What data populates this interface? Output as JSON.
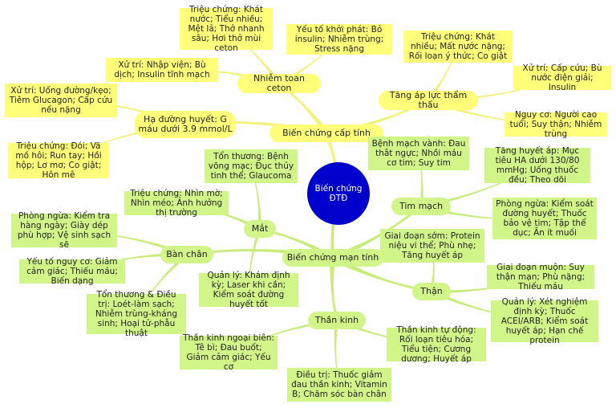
{
  "center": "Biến chứng ĐTĐ",
  "acute": {
    "label": "Biến chứng cấp tính",
    "ketoacidosis": {
      "label": "Nhiễm toan ceton",
      "symptoms": "Triệu chứng: Khát nước; Tiểu nhiều; Mệt lả; Thở nhanh sâu; Hơi thở mùi ceton",
      "triggers": "Yếu tố khởi phát: Bỏ insulin; Nhiễm trùng; Stress nặng",
      "treatment": "Xử trí: Nhập viện; Bù dịch; Insulin tĩnh mạch"
    },
    "hyperosmolar": {
      "label": "Tăng áp lực thẩm thấu",
      "symptoms": "Triệu chứng: Khát nhiều; Mất nước nặng; Rối loạn ý thức; Co giật",
      "treatment": "Xử trí: Cấp cứu; Bù nước điện giải; Insulin",
      "risk": "Nguy cơ: Người cao tuổi; Suy thận; Nhiễm trùng"
    },
    "hypoglycemia": {
      "label": "Hạ đường huyết: G máu dưới 3.9 mmol/L",
      "treatment": "Xử trí: Uống đường/kẹo; Tiêm Glucagon; Cấp cứu nếu nặng",
      "symptoms": "Triệu chứng: Đói; Vã mồ hôi; Run tay; Hồi hộp; Lơ mơ; Co giật; Hôn mê"
    }
  },
  "chronic": {
    "label": "Biến chứng mạn tính",
    "eye": {
      "label": "Mắt",
      "damage": "Tổn thương: Bệnh võng mạc; Đục thủy tinh thể; Glaucoma",
      "symptoms": "Triệu chứng: Nhìn mờ; Nhìn méo; Ảnh hưởng thị trường",
      "management": "Quản lý: Khám định kỳ; Laser khi cần; Kiểm soát đường huyết tốt"
    },
    "foot": {
      "label": "Bàn chân",
      "prevention": "Phòng ngừa: Kiểm tra hàng ngày; Giày dép phù hợp; Vệ sinh sạch sẽ",
      "risk": "Yếu tố nguy cơ: Giảm cảm giác; Thiếu máu; Biến dạng",
      "damage": "Tổn thương & Điều trị: Loét-làm sạch; Nhiễm trùng-kháng sinh; Hoại tử-phẫu thuật"
    },
    "cardio": {
      "label": "Tim mạch",
      "coronary": "Bệnh mạch vành: Đau thắt ngực; Nhồi máu cơ tim; Suy tim",
      "hypertension": "Tăng huyết áp: Mục tiêu HA dưới 130/80 mmHg; Uống thuốc đều; Theo dõi",
      "prevention": "Phòng ngừa: Kiểm soát đường huyết; Thuốc bảo vệ tim; Tập thể dục; Ăn ít muối"
    },
    "kidney": {
      "label": "Thận",
      "early": "Giai đoạn sớm: Protein niệu vi thể; Phù nhẹ; Tăng huyết áp",
      "late": "Giai đoạn muộn: Suy thận mạn; Phù nặng; Thiếu máu",
      "management": "Quản lý: Xét nghiệm định kỳ; Thuốc ACEI/ARB; Kiểm soát huyết áp; Hạn chế protein"
    },
    "nerve": {
      "label": "Thần kinh",
      "peripheral": "Thần kinh ngoại biên: Tê bì; Đau buốt; Giảm cảm giác; Yếu cơ",
      "autonomic": "Thần kinh tự động: Rối loạn tiêu hóa; Tiểu tiện; Cương dương; Huyết áp",
      "treatment": "Điều trị: Thuốc giảm đau thần kinh; Vitamin B; Chăm sóc bàn chân"
    }
  },
  "colors": {
    "center": "#0000cc",
    "acute": "#ffff7a",
    "chronic": "#d2f58a",
    "link_acute": "#f2f27a",
    "link_chronic": "#c8ec7a"
  }
}
